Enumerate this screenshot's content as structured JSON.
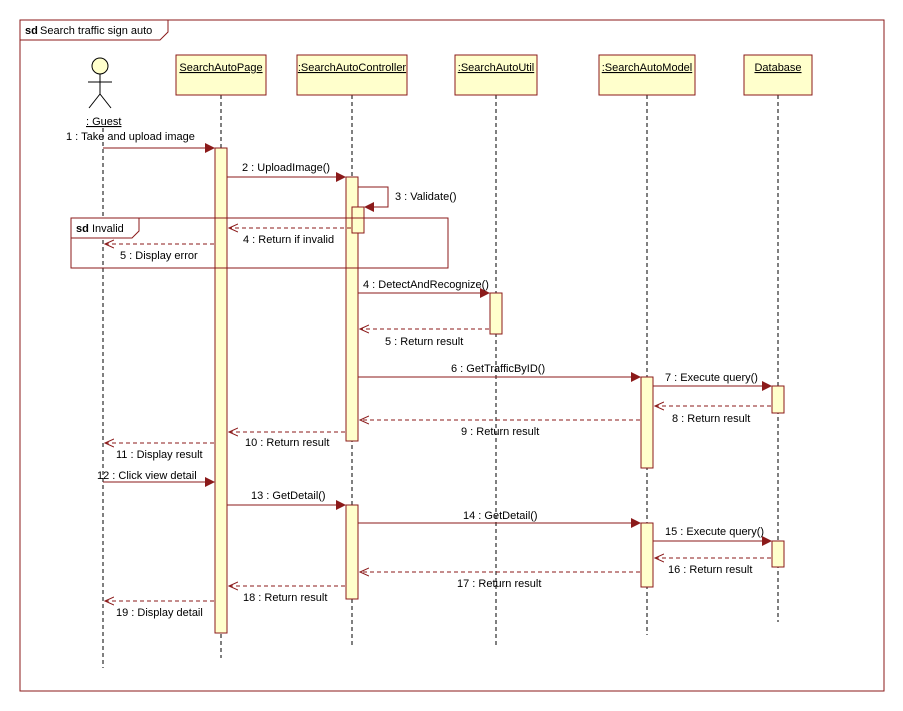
{
  "frame": {
    "keyword": "sd",
    "title": "Search traffic sign auto"
  },
  "fragment": {
    "keyword": "sd",
    "title": "Invalid"
  },
  "actor": {
    "label": ": Guest"
  },
  "lifelines": [
    {
      "id": "page",
      "label": "SearchAutoPage"
    },
    {
      "id": "controller",
      "label": ":SearchAutoController"
    },
    {
      "id": "util",
      "label": ":SearchAutoUtil"
    },
    {
      "id": "model",
      "label": ":SearchAutoModel"
    },
    {
      "id": "database",
      "label": "Database"
    }
  ],
  "messages": [
    {
      "label": "1 : Take and upload image",
      "from": "guest",
      "to": "page",
      "kind": "sync"
    },
    {
      "label": "2 : UploadImage()",
      "from": "page",
      "to": "controller",
      "kind": "sync"
    },
    {
      "label": "3 : Validate()",
      "from": "controller",
      "to": "controller",
      "kind": "self"
    },
    {
      "label": "4 : Return if invalid",
      "from": "controller",
      "to": "page",
      "kind": "return"
    },
    {
      "label": "5 : Display error",
      "from": "page",
      "to": "guest",
      "kind": "return"
    },
    {
      "label": "4 : DetectAndRecognize()",
      "from": "controller",
      "to": "util",
      "kind": "sync"
    },
    {
      "label": "5 : Return result",
      "from": "util",
      "to": "controller",
      "kind": "return"
    },
    {
      "label": "6 : GetTrafficByID()",
      "from": "controller",
      "to": "model",
      "kind": "sync"
    },
    {
      "label": "7 : Execute query()",
      "from": "model",
      "to": "database",
      "kind": "sync"
    },
    {
      "label": "8 : Return result",
      "from": "database",
      "to": "model",
      "kind": "return"
    },
    {
      "label": "9 : Return result",
      "from": "model",
      "to": "controller",
      "kind": "return"
    },
    {
      "label": "10 : Return result",
      "from": "controller",
      "to": "page",
      "kind": "return"
    },
    {
      "label": "11 : Display result",
      "from": "page",
      "to": "guest",
      "kind": "return"
    },
    {
      "label": "12 : Click view detail",
      "from": "guest",
      "to": "page",
      "kind": "sync"
    },
    {
      "label": "13 : GetDetail()",
      "from": "page",
      "to": "controller",
      "kind": "sync"
    },
    {
      "label": "14 : GetDetail()",
      "from": "controller",
      "to": "model",
      "kind": "sync"
    },
    {
      "label": "15 : Execute query()",
      "from": "model",
      "to": "database",
      "kind": "sync"
    },
    {
      "label": "16 : Return result",
      "from": "database",
      "to": "model",
      "kind": "return"
    },
    {
      "label": "17 : Return result",
      "from": "model",
      "to": "controller",
      "kind": "return"
    },
    {
      "label": "18 : Return result",
      "from": "controller",
      "to": "page",
      "kind": "return"
    },
    {
      "label": "19 : Display detail",
      "from": "page",
      "to": "guest",
      "kind": "return"
    }
  ],
  "colors": {
    "frame_border": "#8b1a1a",
    "lifeline_fill": "#ffffcc",
    "lifeline_border": "#8b1a1a",
    "message_line": "#8b1a1a",
    "arrowhead": "#8b1a1a"
  }
}
